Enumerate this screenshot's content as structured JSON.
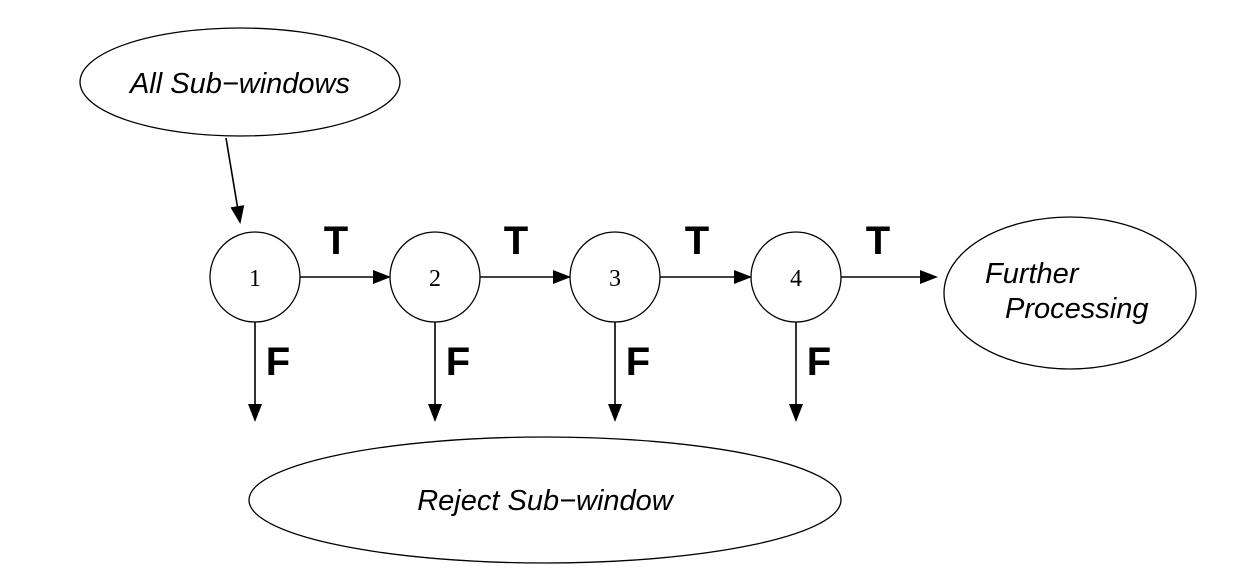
{
  "diagram": {
    "start_node": "All Sub−windows",
    "stages": [
      "1",
      "2",
      "3",
      "4"
    ],
    "true_label": "T",
    "false_label": "F",
    "end_node_line1": "Further",
    "end_node_line2": "Processing",
    "reject_node": "Reject Sub−window"
  }
}
